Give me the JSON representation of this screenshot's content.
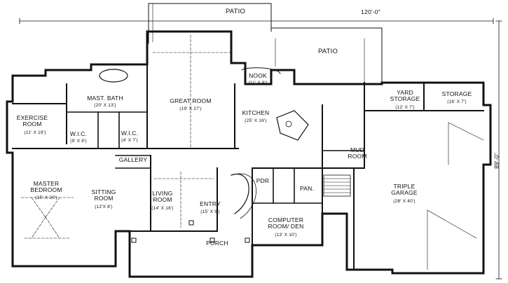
{
  "plan": {
    "dimension_width": "120'-0\"",
    "dimension_depth": "89'-0\"",
    "rooms": {
      "patio_top": {
        "name": "PATIO"
      },
      "patio_right": {
        "name": "PATIO"
      },
      "nook": {
        "name": "NOOK",
        "size": "(11' X 8')"
      },
      "great_room": {
        "name": "GREAT ROOM",
        "size": "(19' X 27')"
      },
      "mast_bath": {
        "name": "MAST. BATH",
        "size": "(20' X 13')"
      },
      "exercise_room": {
        "name": "EXERCISE ROOM",
        "size": "(11' X 19')"
      },
      "wic_left": {
        "name": "W.I.C.",
        "size": "(9' X 8')"
      },
      "wic_right": {
        "name": "W.I.C.",
        "size": "(4' X 7')"
      },
      "kitchen": {
        "name": "KITCHEN",
        "size": "(25' X 16')"
      },
      "yard_storage": {
        "name": "YARD STORAGE",
        "size": "(12' X 7')"
      },
      "storage": {
        "name": "STORAGE",
        "size": "(16' X 7')"
      },
      "mud_room": {
        "name": "MUD ROOM"
      },
      "gallery": {
        "name": "GALLERY"
      },
      "master_bedroom": {
        "name": "MASTER BEDROOM",
        "size": "(15' X 20')"
      },
      "sitting_room": {
        "name": "SITTING ROOM",
        "size": "(12'X 8')"
      },
      "living_room": {
        "name": "LIVING ROOM",
        "size": "(14' X 16')"
      },
      "entry": {
        "name": "ENTRY",
        "size": "(15' X 9')"
      },
      "pdr": {
        "name": "PDR"
      },
      "pan": {
        "name": "PAN."
      },
      "computer_room": {
        "name": "COMPUTER ROOM/ DEN",
        "size": "(13' X 10')"
      },
      "triple_garage": {
        "name": "TRIPLE GARAGE",
        "size": "(28' X 40')"
      },
      "porch": {
        "name": "PORCH"
      }
    }
  }
}
